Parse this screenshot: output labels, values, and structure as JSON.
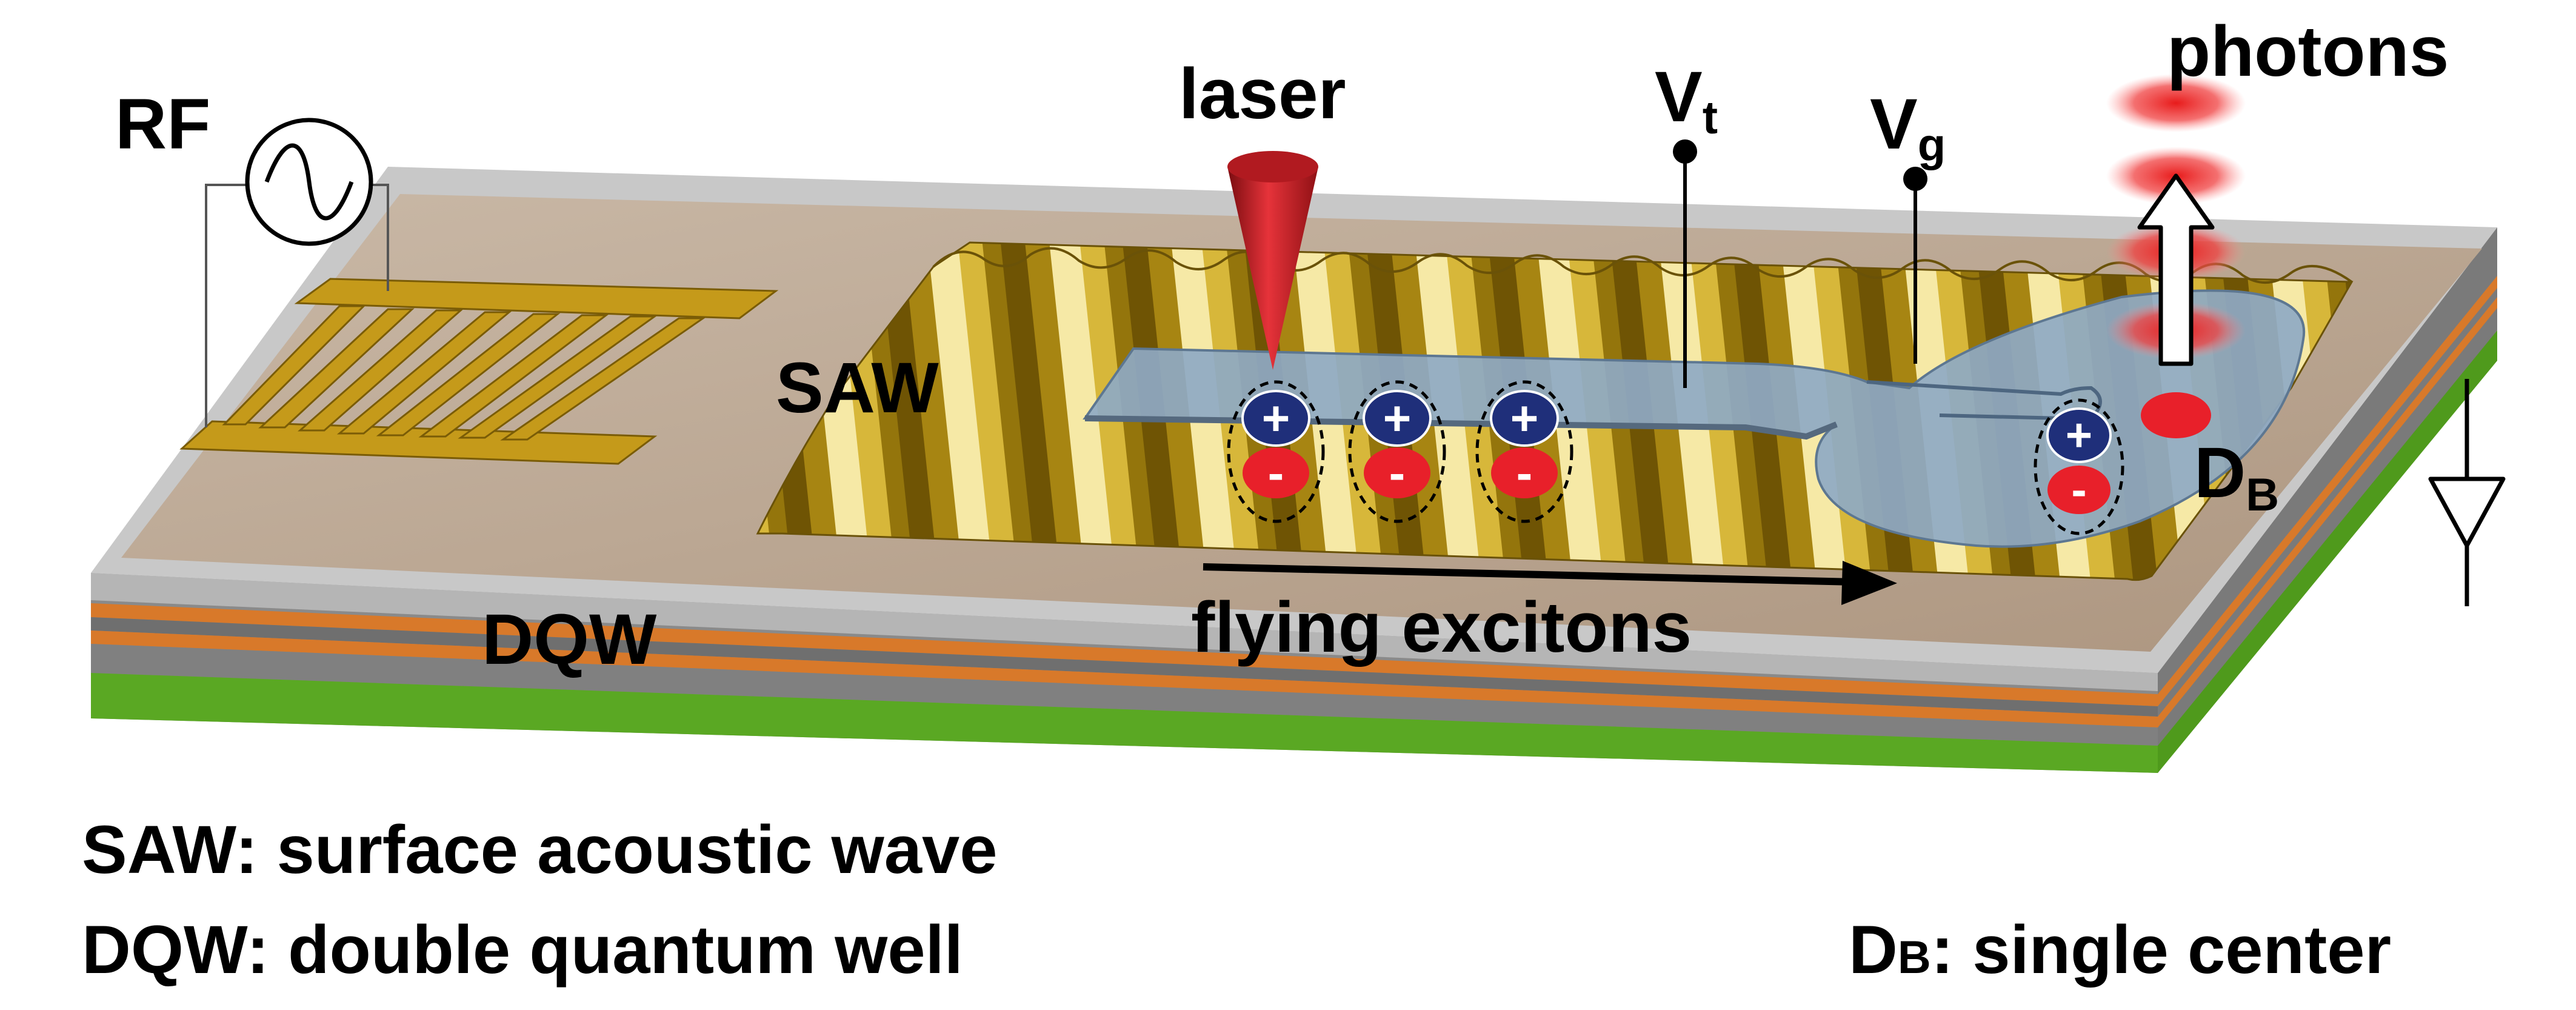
{
  "labels": {
    "rf": "RF",
    "laser": "laser",
    "vt_main": "V",
    "vt_sub": "t",
    "vg_main": "V",
    "vg_sub": "g",
    "photons": "photons",
    "saw": "SAW",
    "dqw": "DQW",
    "db_main": "D",
    "db_sub": "B",
    "flying": "flying excitons"
  },
  "charges": {
    "plus": "+",
    "minus": "-"
  },
  "legend": {
    "saw": "SAW: surface acoustic wave",
    "dqw": "DQW: double quantum well",
    "db_main": "D",
    "db_sub": "B",
    "db_rest": ": single center"
  },
  "colors": {
    "substrate_green": "#5aa823",
    "layer_orange": "#d8792a",
    "layer_gray": "#8d8d8d",
    "top_surface": "#b7a28c",
    "saw_gold": "#c9a51f",
    "idt_gold": "#c59a1a",
    "gate_blue": "#8ea9c4",
    "hole_blue": "#1f2f7a",
    "electron_red": "#e8202a",
    "laser_red": "#c41c22",
    "photon_red": "#ee2a2a"
  },
  "icons": [
    "sine-source-icon",
    "ground-arrow-icon",
    "laser-cone-icon",
    "emission-arrow-icon"
  ]
}
